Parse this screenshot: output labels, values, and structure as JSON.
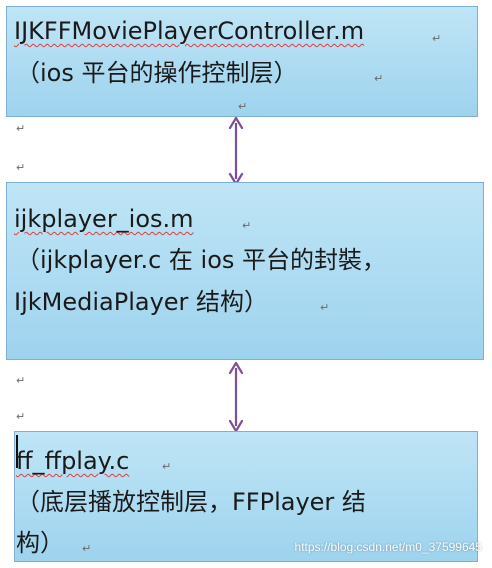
{
  "box1": {
    "line1": "IJKFFMoviePlayerController.m",
    "line2_full": "（ios 平台的操作控制层）"
  },
  "box2": {
    "line1": "ijkplayer_ios.m",
    "line2_full": "（ijkplayer.c  在 ios 平台的封裝，",
    "line3_full": "IjkMediaPlayer  结构）"
  },
  "box3": {
    "line1": "ff_ffplay.c",
    "line2_full": "（底层播放控制层，FFPlayer  结",
    "line3_full": "构）"
  },
  "paragraph_mark": "↵",
  "watermark": "https://blog.csdn.net/m0_37599645",
  "colors": {
    "box_fill_top": "#bfe5f6",
    "box_fill_bottom": "#9ed3ee",
    "box_border": "#7fb0d4",
    "arrow": "#7d4f9a"
  }
}
